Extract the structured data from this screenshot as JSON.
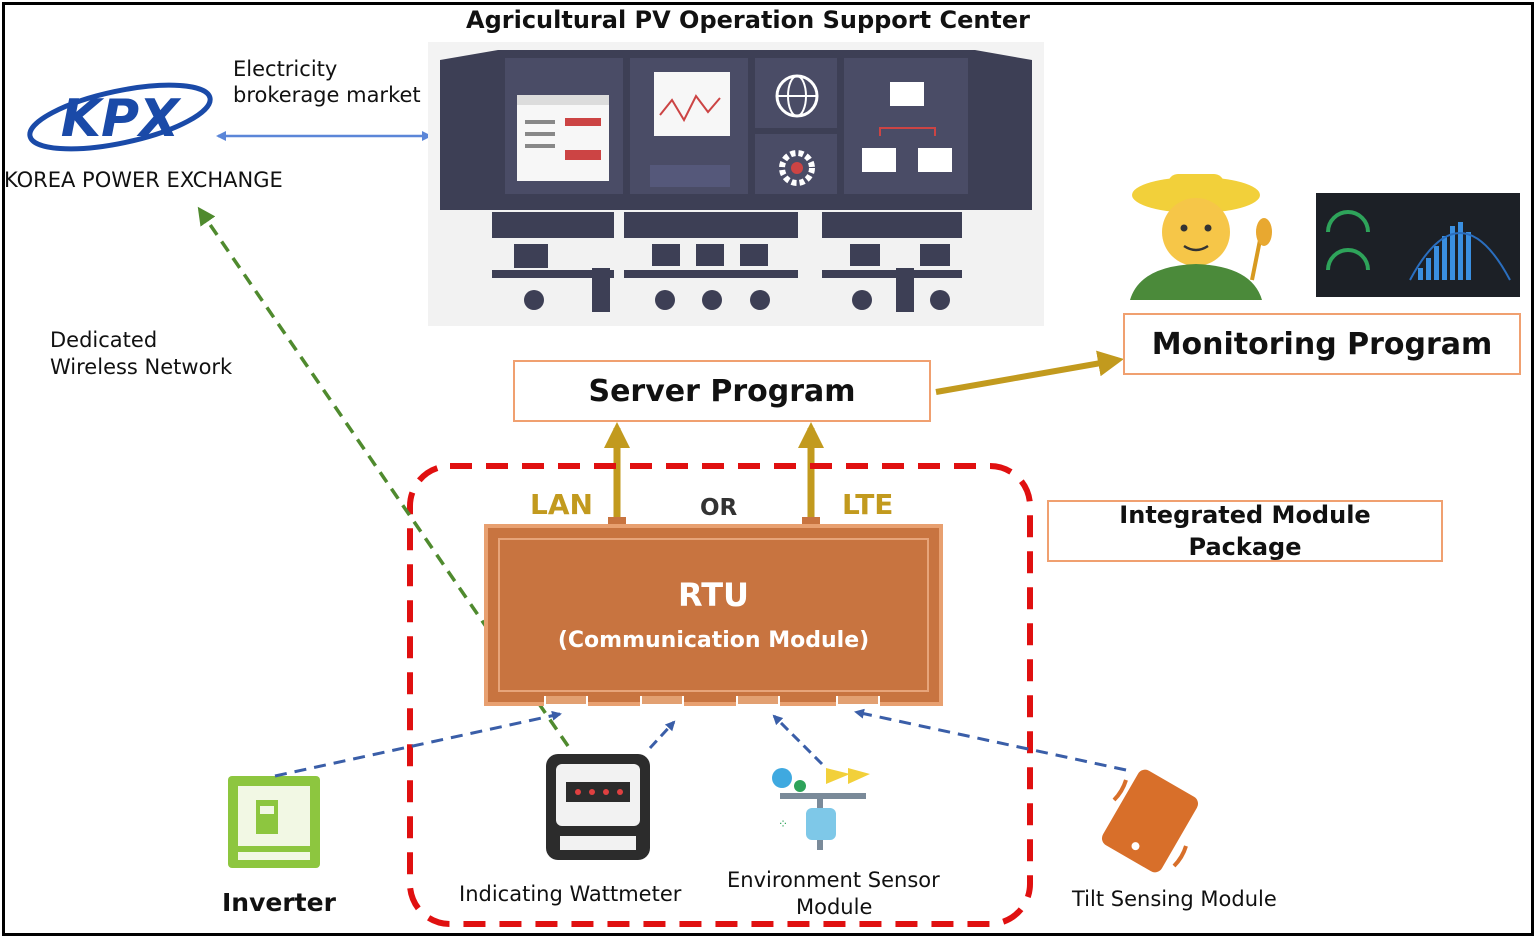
{
  "title": "Agricultural PV Operation Support Center",
  "kpx": {
    "logo_text": "KPX",
    "name": "KOREA POWER EXCHANGE"
  },
  "market_label": [
    "Electricity",
    "brokerage market"
  ],
  "network_label": [
    "Dedicated",
    "Wireless Network"
  ],
  "server_program": "Server Program",
  "monitoring_program": "Monitoring Program",
  "integrated_module": [
    "Integrated Module",
    "Package"
  ],
  "links": {
    "lan": "LAN",
    "or": "OR",
    "lte": "LTE"
  },
  "rtu": {
    "title": "RTU",
    "subtitle": "(Communication Module)"
  },
  "devices": {
    "inverter": "Inverter",
    "wattmeter": "Indicating Wattmeter",
    "env_sensor": [
      "Environment Sensor",
      "Module"
    ],
    "tilt": "Tilt Sensing Module"
  },
  "colors": {
    "accent_orange": "#c87440",
    "box_border": "#f0a070",
    "gold_arrow": "#c29a1e",
    "blue_dashed": "#3a5ea8",
    "green_dashed": "#4f8a2e",
    "red_dashed": "#e01010",
    "kpx_blue": "#1a4aa8",
    "control_room": "#3d3f55"
  },
  "icons": [
    "kpx-logo-icon",
    "control-room-illustration",
    "farmer-icon",
    "dashboard-screen-icon",
    "inverter-icon",
    "wattmeter-icon",
    "environment-sensor-icon",
    "tilt-device-icon"
  ]
}
